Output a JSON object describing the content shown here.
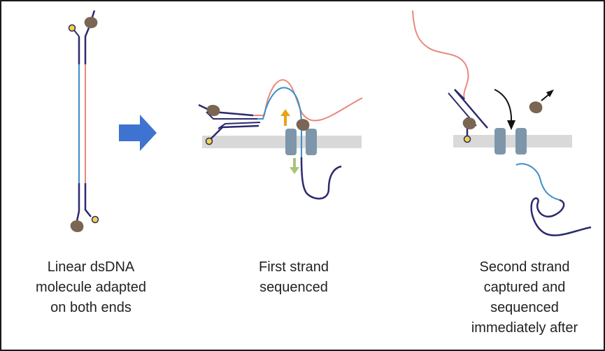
{
  "panels": [
    {
      "id": "adapted-molecule",
      "caption_lines": [
        "Linear dsDNA",
        "molecule adapted",
        "on both ends"
      ]
    },
    {
      "id": "first-strand",
      "caption_lines": [
        "First strand",
        "sequenced"
      ]
    },
    {
      "id": "second-strand",
      "caption_lines": [
        "Second strand",
        "captured and",
        "sequenced",
        "immediately after"
      ]
    }
  ],
  "colors": {
    "adapter_strand": "#2b2a6e",
    "template_strand_blue": "#3a8fc9",
    "complement_strand_salmon": "#e8897a",
    "motor_protein": "#7a6652",
    "tether_dot": "#f4d43c",
    "membrane": "#d9d9d9",
    "pore": "#7e96aa",
    "flow_arrow": "#3f73d1",
    "up_arrow": "#e8a317",
    "down_arrow": "#a8c47a",
    "ejection_arrow": "#111111"
  },
  "icons": [
    "right-arrow-icon",
    "motor-protein-icon",
    "tether-anchor-icon",
    "nanopore-icon"
  ]
}
